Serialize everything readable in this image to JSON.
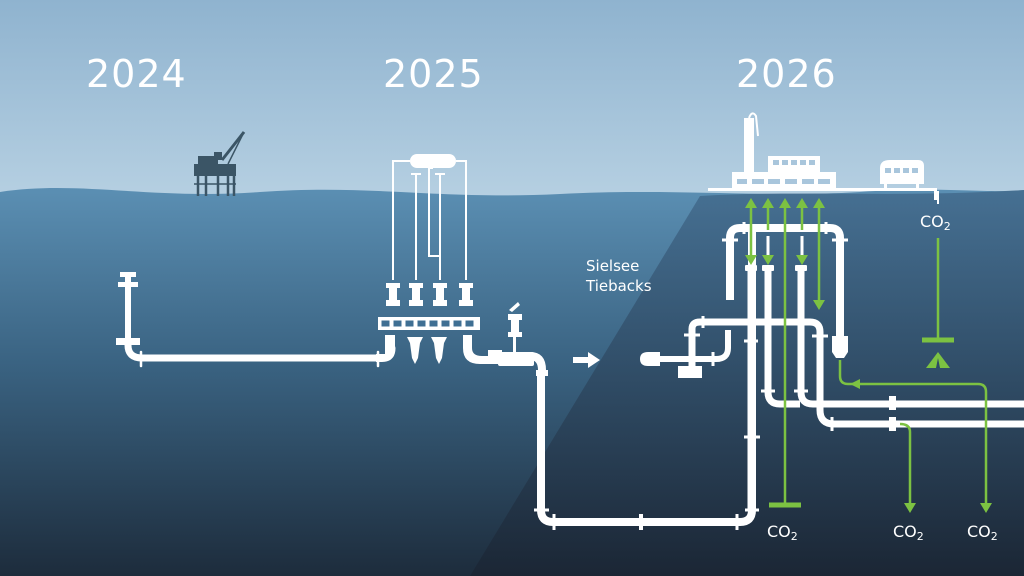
{
  "years": [
    "2024",
    "2025",
    "2026"
  ],
  "label": {
    "line1": "Sielsee",
    "line2": "Tiebacks"
  },
  "co2_labels": [
    {
      "main": "CO",
      "sub": "2"
    },
    {
      "main": "CO",
      "sub": "2"
    },
    {
      "main": "CO",
      "sub": "2"
    },
    {
      "main": "CO",
      "sub": "2"
    }
  ],
  "colors": {
    "sky_top": "#8fb3cf",
    "sky_bottom": "#b6d0e2",
    "sea_top": "#5b8fb3",
    "sea_bottom": "#1c2b3b",
    "pipe": "#ffffff",
    "flow": "#7cc242",
    "rig": "#3b5566"
  },
  "icons": [
    "oil-rig-icon",
    "subsea-manifold-icon",
    "processing-platform-icon",
    "arrow-right-icon",
    "storage-tent-icon"
  ]
}
